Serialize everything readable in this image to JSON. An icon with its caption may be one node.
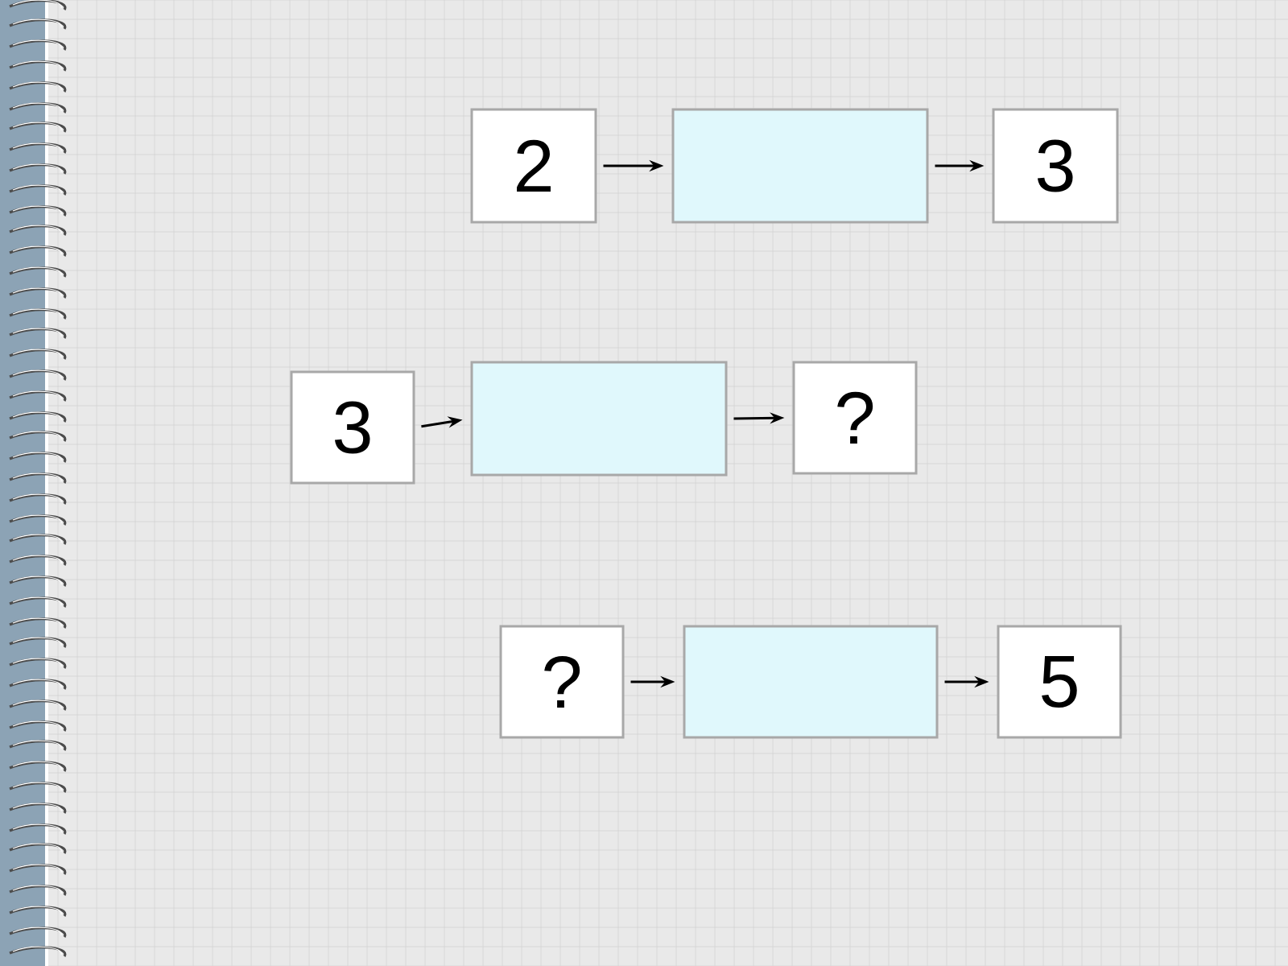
{
  "diagram": {
    "nodes": [
      {
        "text": [
          "2"
        ]
      },
      {
        "text": [],
        "shape": "box"
      },
      {
        "text": [
          "3"
        ]
      },
      {
        "text": [
          "3"
        ]
      },
      {
        "text": [],
        "shape": "box"
      },
      {
        "text": [
          "?"
        ]
      },
      {
        "text": [
          "?"
        ]
      },
      {
        "text": [],
        "shape": "box"
      },
      {
        "text": [
          "5"
        ]
      }
    ],
    "edges": [
      {
        "from": 0,
        "to": 1,
        "arrow": "to"
      },
      {
        "from": 1,
        "to": 2,
        "arrow": "to"
      },
      {
        "from": 3,
        "to": 4,
        "arrow": "to"
      },
      {
        "from": 4,
        "to": 5,
        "arrow": "to"
      },
      {
        "from": 6,
        "to": 7,
        "arrow": "to"
      },
      {
        "from": 7,
        "to": 8,
        "arrow": "to"
      }
    ]
  }
}
